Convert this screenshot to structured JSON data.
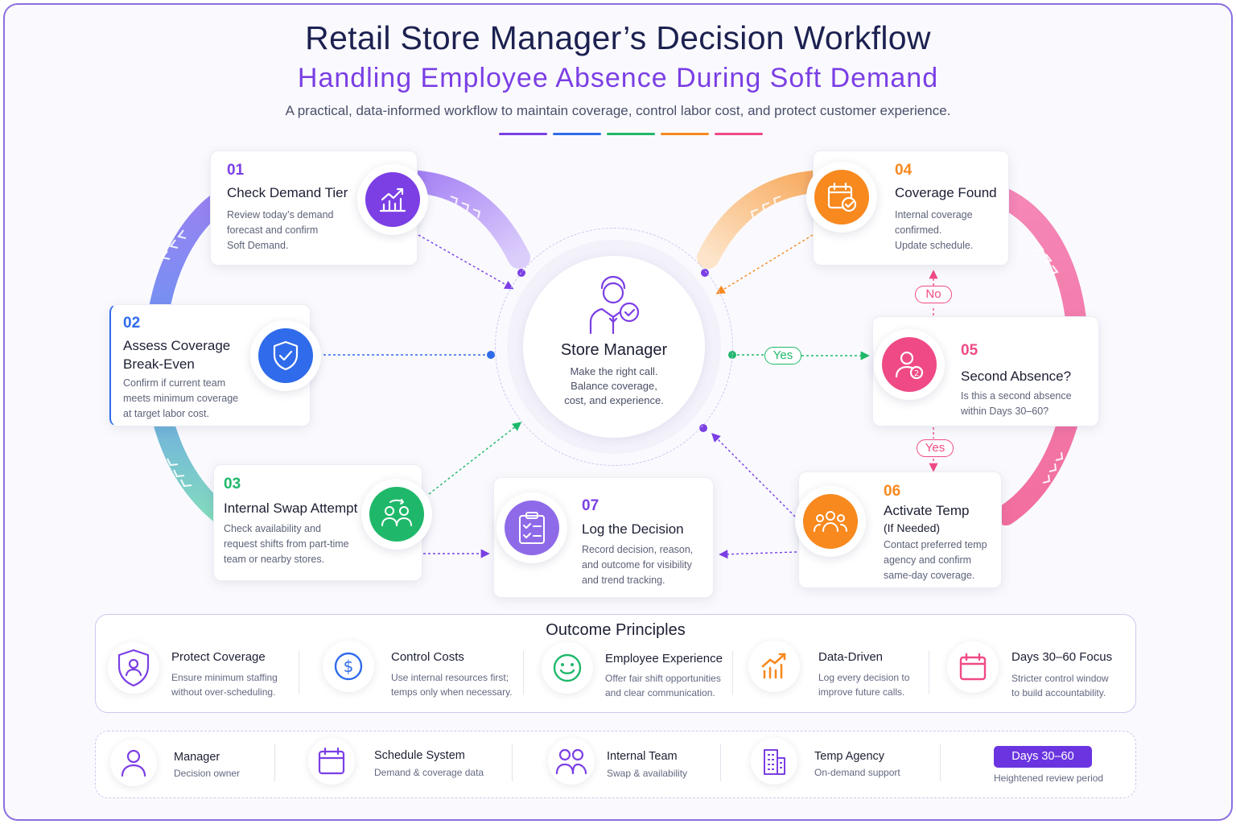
{
  "header": {
    "title": "Retail Store Manager’s Decision Workflow",
    "subtitle": "Handling Employee Absence During Soft Demand",
    "tagline": "A practical, data-informed workflow to maintain coverage, control labor cost, and protect customer experience."
  },
  "colors": {
    "purple": "#7b3fe4",
    "blue": "#2f6bea",
    "green": "#1fb86a",
    "orange": "#f7891f",
    "pink": "#ef4a86"
  },
  "center": {
    "title": "Store Manager",
    "desc_lines": [
      "Make the right call.",
      "Balance coverage,",
      "cost, and experience."
    ]
  },
  "steps": [
    {
      "num": "01",
      "title_lines": [
        "Check Demand Tier"
      ],
      "desc_lines": [
        "Review today’s demand",
        "forecast and confirm",
        "Soft Demand."
      ],
      "icon": "chart-growth-icon"
    },
    {
      "num": "02",
      "title_lines": [
        "Assess Coverage",
        "Break-Even"
      ],
      "desc_lines": [
        "Confirm if current team",
        "meets minimum coverage",
        "at target labor cost."
      ],
      "icon": "shield-check-icon"
    },
    {
      "num": "03",
      "title_lines": [
        "Internal Swap Attempt"
      ],
      "desc_lines": [
        "Check availability and",
        "request shifts from part-time",
        "team or nearby stores."
      ],
      "icon": "people-swap-icon"
    },
    {
      "num": "04",
      "title_lines": [
        "Coverage Found"
      ],
      "desc_lines": [
        "Internal coverage",
        "confirmed.",
        "Update schedule."
      ],
      "icon": "calendar-check-icon"
    },
    {
      "num": "05",
      "title_lines": [
        "Second Absence?"
      ],
      "desc_lines": [
        "Is this a second absence",
        "within Days 30–60?"
      ],
      "icon": "user-badge-icon"
    },
    {
      "num": "06",
      "title_lines": [
        "Activate Temp",
        "(If Needed)"
      ],
      "desc_lines": [
        "Contact preferred temp",
        "agency and confirm",
        "same-day coverage."
      ],
      "icon": "group-icon"
    },
    {
      "num": "07",
      "title_lines": [
        "Log the Decision"
      ],
      "desc_lines": [
        "Record decision, reason,",
        "and outcome for visibility",
        "and trend tracking."
      ],
      "icon": "clipboard-check-icon"
    }
  ],
  "decisions": {
    "yes_right": "Yes",
    "no": "No",
    "yes_down": "Yes"
  },
  "outcome": {
    "title": "Outcome Principles",
    "items": [
      {
        "title": "Protect Coverage",
        "desc_lines": [
          "Ensure minimum staffing",
          "without over-scheduling."
        ],
        "icon": "shield-user-icon"
      },
      {
        "title": "Control Costs",
        "desc_lines": [
          "Use internal resources first;",
          "temps only when necessary."
        ],
        "icon": "dollar-icon"
      },
      {
        "title": "Employee Experience",
        "desc_lines": [
          "Offer fair shift opportunities",
          "and clear communication."
        ],
        "icon": "smile-icon"
      },
      {
        "title": "Data-Driven",
        "desc_lines": [
          "Log every decision to",
          "improve future calls."
        ],
        "icon": "bar-chart-icon"
      },
      {
        "title": "Days 30–60 Focus",
        "desc_lines": [
          "Stricter control window",
          "to build accountability."
        ],
        "icon": "calendar-icon"
      }
    ]
  },
  "legend": {
    "items": [
      {
        "title": "Manager",
        "desc": "Decision owner",
        "icon": "person-icon"
      },
      {
        "title": "Schedule System",
        "desc": "Demand & coverage data",
        "icon": "calendar-icon"
      },
      {
        "title": "Internal Team",
        "desc": "Swap & availability",
        "icon": "team-icon"
      },
      {
        "title": "Temp Agency",
        "desc": "On-demand support",
        "icon": "building-icon"
      }
    ],
    "badge": "Days 30–60",
    "badge_desc": "Heightened review period"
  }
}
